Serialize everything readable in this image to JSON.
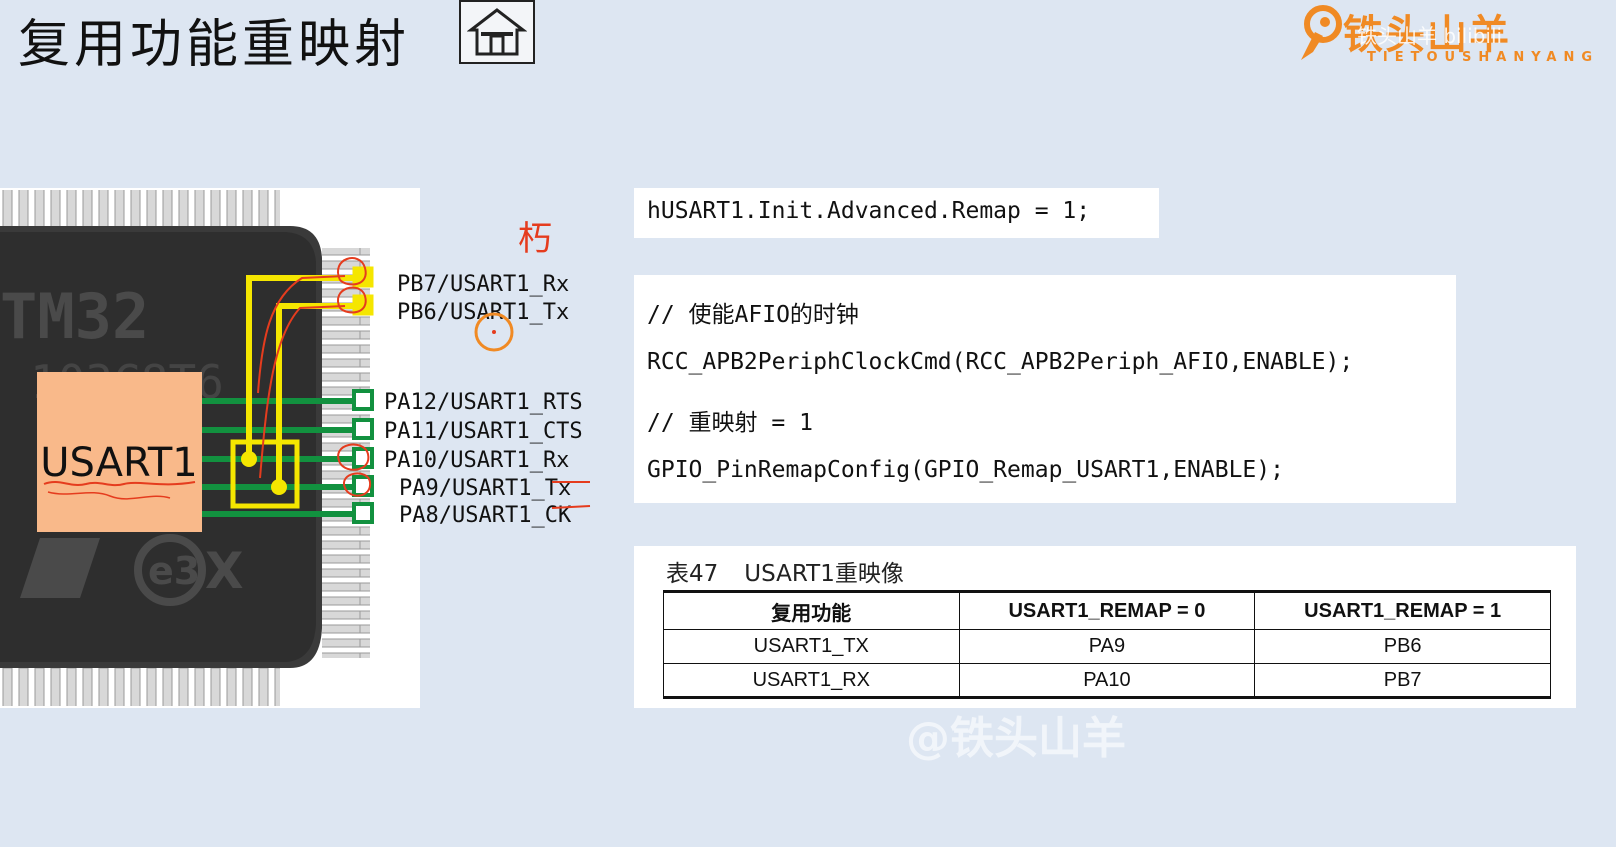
{
  "header": {
    "title": "复用功能重映射",
    "home_icon": "home-icon"
  },
  "logo": {
    "name_cn": "铁头山羊",
    "name_en": "TIETOUSHANYANG",
    "overlay": "铁头山羊 bilibili",
    "brand_color": "#f08a24"
  },
  "chip": {
    "peripheral_label": "USART1",
    "silkscreen": "TM32",
    "pins": [
      "PB7/USART1_Rx",
      "PB6/USART1_Tx",
      "PA12/USART1_RTS",
      "PA11/USART1_CTS",
      "PA10/USART1_Rx",
      "PA9/USART1_Tx",
      "PA8/USART1_CK"
    ],
    "handwriting": "朽"
  },
  "code_hal": {
    "line": "hUSART1.Init.Advanced.Remap = 1;"
  },
  "code_std": {
    "lines": [
      "// 使能AFIO的时钟",
      "RCC_APB2PeriphClockCmd(RCC_APB2Periph_AFIO,ENABLE);",
      "// 重映射 = 1",
      "GPIO_PinRemapConfig(GPIO_Remap_USART1,ENABLE);"
    ]
  },
  "remap_table": {
    "caption_number": "表47",
    "caption_title": "USART1重映像",
    "headers": [
      "复用功能",
      "USART1_REMAP = 0",
      "USART1_REMAP = 1"
    ],
    "rows": [
      [
        "USART1_TX",
        "PA9",
        "PB6"
      ],
      [
        "USART1_RX",
        "PA10",
        "PB7"
      ]
    ]
  },
  "watermark": "@铁头山羊",
  "colors": {
    "background": "#dde6f2",
    "peripheral_box": "#f9b98a",
    "remap_wire": "#f5e600",
    "default_wire": "#12913f",
    "annotation": "#e53c1e"
  }
}
